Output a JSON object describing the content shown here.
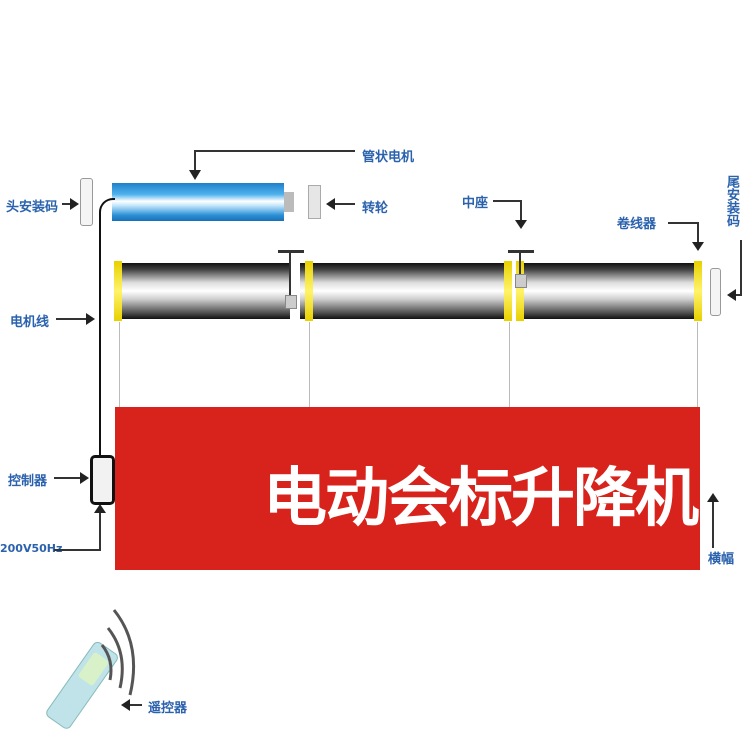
{
  "labels": {
    "tubular_motor": "管状电机",
    "head_mount": "头安装码",
    "wheel": "转轮",
    "middle_seat": "中座",
    "cable_reel": "卷线器",
    "tail_mount": "尾安装码",
    "motor_cable": "电机线",
    "controller": "控制器",
    "power": "200V50Hz",
    "banner": "横幅",
    "remote": "遥控器"
  },
  "banner_text": "电动会标升降机",
  "colors": {
    "label": "#2b62ad",
    "banner": "#d8231c",
    "motor": "#2a8fd6"
  }
}
